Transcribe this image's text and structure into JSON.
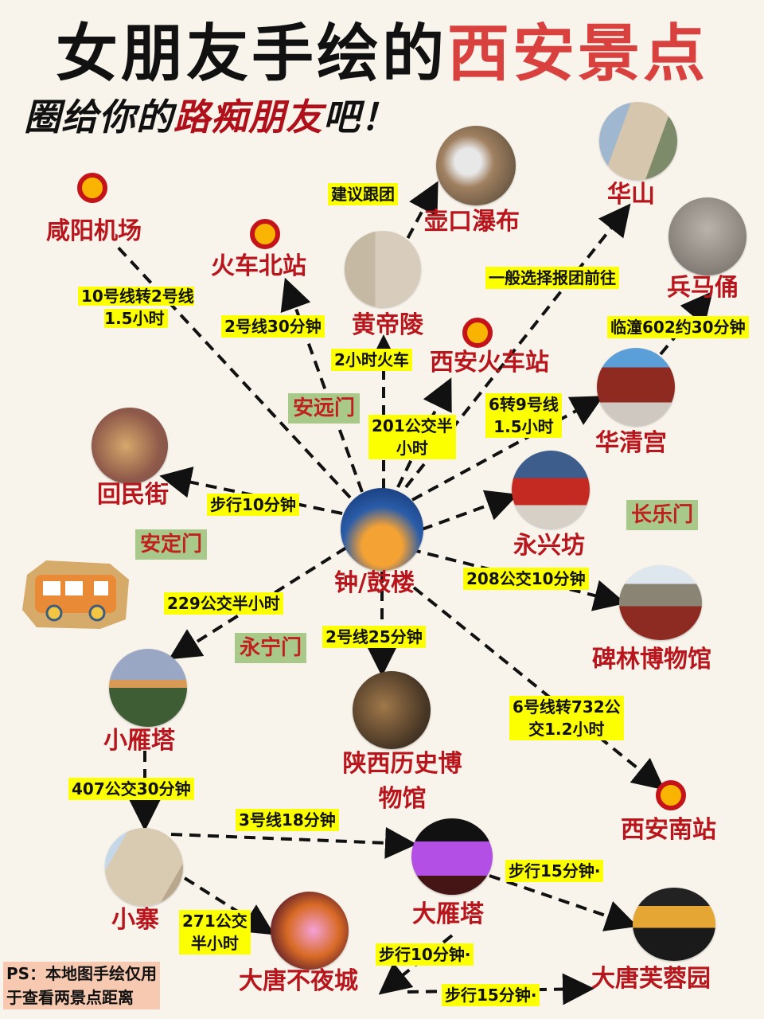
{
  "header": {
    "title_black": "女朋友手绘的",
    "title_red": "西安景点",
    "subtitle_black_1": "圈给你的",
    "subtitle_red": "路痴朋友",
    "subtitle_black_2": "吧！"
  },
  "hub": {
    "name": "钟/鼓楼",
    "icon": "bell-tower-photo"
  },
  "places": {
    "xianyang_airport": "咸阳机场",
    "north_station": "火车北站",
    "huangdi_tomb": "黄帝陵",
    "hukou_falls": "壶口瀑布",
    "huashan": "华山",
    "terracotta": "兵马俑",
    "xian_station": "西安火车站",
    "huaqing_palace": "华清宫",
    "huimin_street": "回民街",
    "yongxingfang": "永兴坊",
    "beilin_museum": "碑林博物馆",
    "small_goose_pagoda": "小雁塔",
    "shaanxi_museum": "陕西历史博物馆",
    "xian_south_station": "西安南站",
    "xiaozhai": "小寨",
    "big_goose_pagoda": "大雁塔",
    "datang_everbright": "大唐不夜城",
    "datang_furong": "大唐芙蓉园"
  },
  "gates": {
    "anyuan": "安远门",
    "anding": "安定门",
    "changle": "长乐门",
    "yongning": "永宁门"
  },
  "routes": {
    "to_airport": "10号线转2号线\n1.5小时",
    "to_north_station": "2号线30分钟",
    "to_hukou": "建议跟团",
    "to_huangdi": "2小时火车",
    "to_xian_station": "201公交半\n小时",
    "to_huashan": "一般选择报团前往",
    "to_terracotta": "临潼602约30分钟",
    "to_huaqing": "6转9号线\n1.5小时",
    "to_huimin": "步行10分钟",
    "to_beilin": "208公交10分钟",
    "to_small_goose": "229公交半小时",
    "to_shaanxi_museum": "2号线25分钟",
    "to_south_station": "6号线转732公\n交1.2小时",
    "small_goose_to_xiaozhai": "407公交30分钟",
    "xiaozhai_to_big_goose": "3号线18分钟",
    "xiaozhai_to_datang": "271公交\n半小时",
    "big_goose_to_furong": "步行15分钟·",
    "big_goose_to_datang": "步行10分钟·",
    "datang_to_furong": "步行15分钟·"
  },
  "note": "PS：本地图手绘仅用\n于查看两景点距离",
  "colors": {
    "place_red": "#b8161c",
    "title_red": "#d9413f",
    "route_yellow": "#fcff00",
    "gate_green": "#a9c98b",
    "station_orange": "#f8b400",
    "background": "#f8f4ec"
  }
}
